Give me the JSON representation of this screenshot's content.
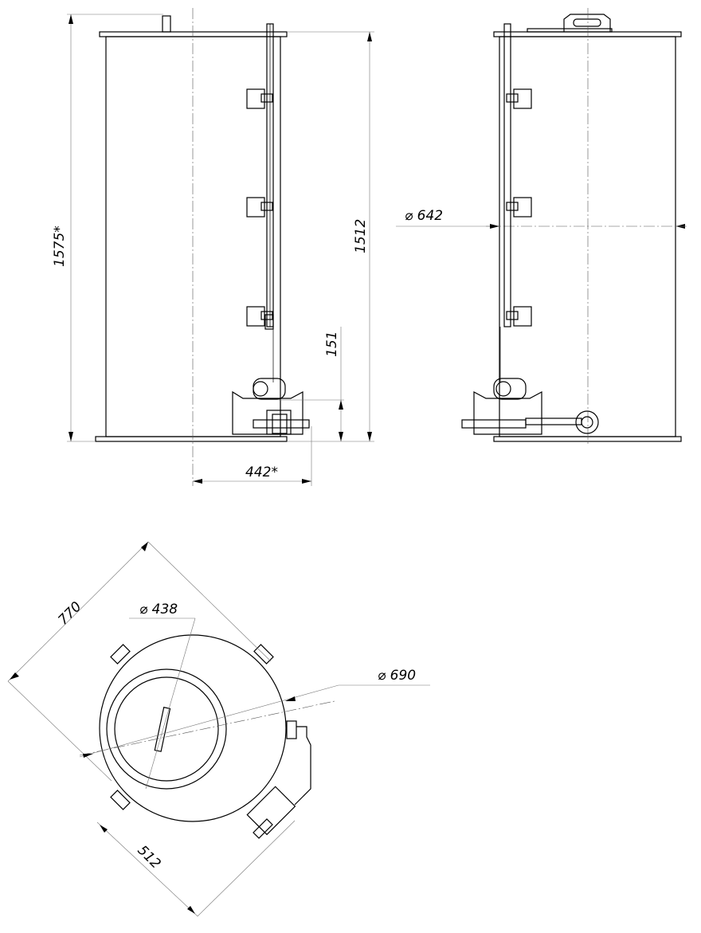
{
  "dimensions": {
    "total_height": "1575*",
    "tank_height": "1512",
    "outlet_height": "151",
    "pump_offset": "442*",
    "tank_diameter": "⌀ 642",
    "overall_width": "770",
    "hatch_diameter": "⌀ 438",
    "flange_diameter": "⌀ 690",
    "hatch_offset": "512"
  }
}
